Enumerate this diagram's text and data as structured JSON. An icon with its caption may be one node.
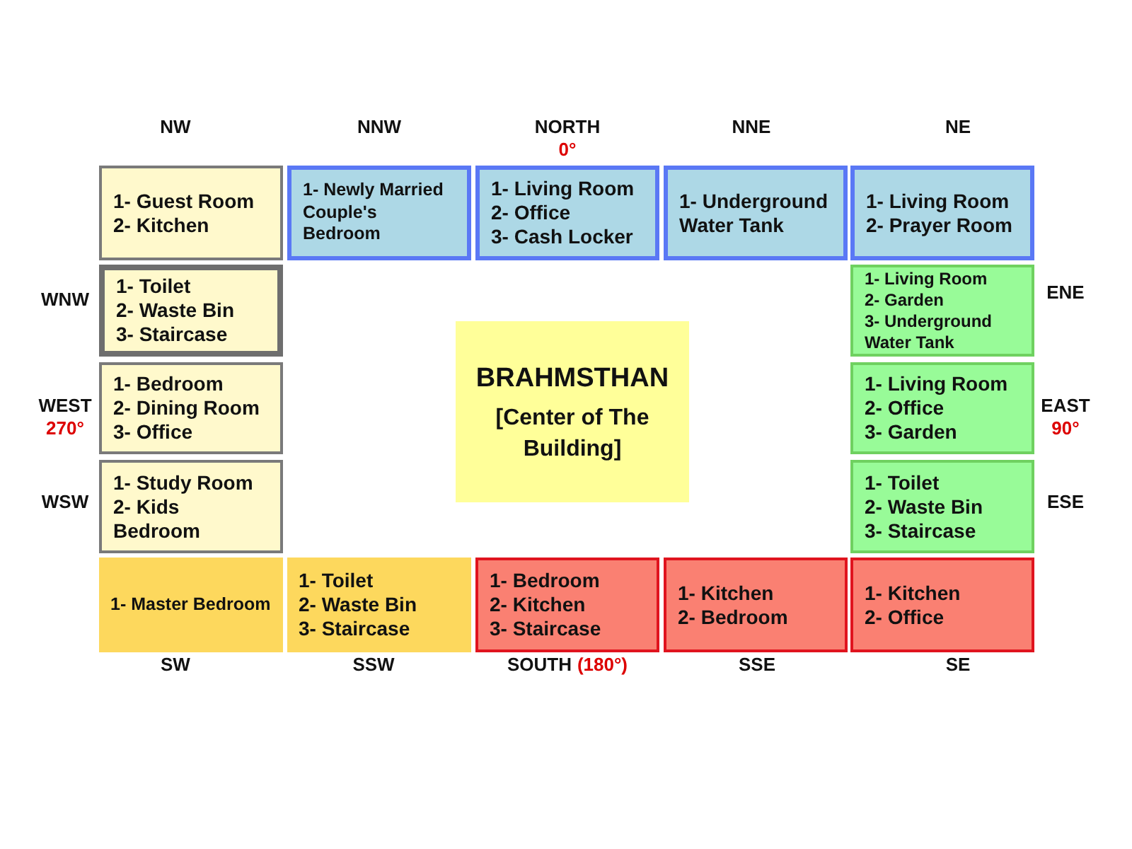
{
  "diagram": {
    "nodes": [
      {
        "text": [
          "1- Guest Room",
          "2- Kitchen"
        ],
        "beside": [
          "NW"
        ]
      },
      {
        "text": [
          "1- Newly Married Couple's Bedroom"
        ],
        "beside": [
          "NNW"
        ]
      },
      {
        "text": [
          "1- Living Room",
          "2- Office",
          "3- Cash Locker"
        ],
        "beside": [
          "NORTH",
          "0°"
        ]
      },
      {
        "text": [
          "1- Underground Water Tank"
        ],
        "beside": [
          "NNE"
        ]
      },
      {
        "text": [
          "1- Living Room",
          "2- Prayer Room"
        ],
        "beside": [
          "NE"
        ]
      },
      {
        "text": [
          "1- Toilet",
          "2- Waste Bin",
          "3- Staircase"
        ],
        "beside": [
          "WNW"
        ]
      },
      {
        "text": [
          "1- Living Room",
          "2- Garden",
          "3- Underground Water Tank"
        ],
        "beside": [
          "ENE"
        ]
      },
      {
        "text": [
          "1- Bedroom",
          "2- Dining Room",
          "3- Office"
        ],
        "beside": [
          "WEST",
          "270°"
        ]
      },
      {
        "text": [
          "BRAHMSTHAN",
          "[Center of The Building]"
        ]
      },
      {
        "text": [
          "1- Living Room",
          "2- Office",
          "3- Garden"
        ],
        "beside": [
          "EAST",
          "90°"
        ]
      },
      {
        "text": [
          "1- Study Room",
          "2- Kids Bedroom"
        ],
        "beside": [
          "WSW"
        ]
      },
      {
        "text": [
          "1- Toilet",
          "2- Waste Bin",
          "3- Staircase"
        ],
        "beside": [
          "ESE"
        ]
      },
      {
        "text": [
          "1- Master Bedroom"
        ],
        "beside": [
          "SW"
        ]
      },
      {
        "text": [
          "1- Toilet",
          "2- Waste Bin",
          "3- Staircase"
        ],
        "beside": [
          "SSW"
        ]
      },
      {
        "text": [
          "1- Bedroom",
          "2- Kitchen",
          "3- Staircase"
        ],
        "beside": [
          "SOUTH",
          "(180°)"
        ]
      },
      {
        "text": [
          "1- Kitchen",
          "2- Bedroom"
        ],
        "beside": [
          "SSE"
        ]
      },
      {
        "text": [
          "1- Kitchen",
          "2- Office"
        ],
        "beside": [
          "SE"
        ]
      }
    ]
  }
}
